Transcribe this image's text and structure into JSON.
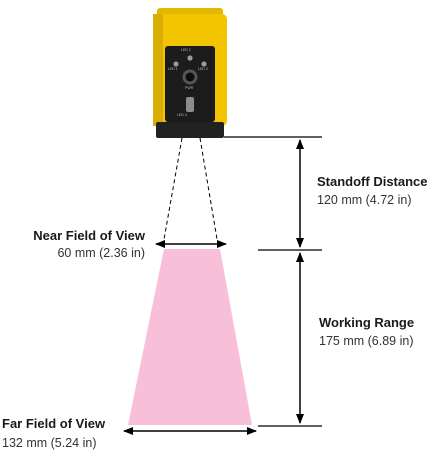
{
  "device": {
    "led_labels": [
      "LED 1",
      "LED 2",
      "LED 3"
    ],
    "center_label": "PWR",
    "bottom_label": "LED 4"
  },
  "labels": {
    "standoff": {
      "title": "Standoff Distance",
      "value": "120 mm (4.72 in)"
    },
    "working": {
      "title": "Working Range",
      "value": "175 mm (6.89 in)"
    },
    "near_fov": {
      "title": "Near Field of View",
      "value": "60 mm (2.36 in)"
    },
    "far_fov": {
      "title": "Far Field of View",
      "value": "132 mm (5.24 in)"
    }
  },
  "colors": {
    "camera_body": "#f2c500",
    "camera_panel": "#1c1c1c",
    "field_of_view": "#f7bfd8",
    "lines": "#000000"
  }
}
